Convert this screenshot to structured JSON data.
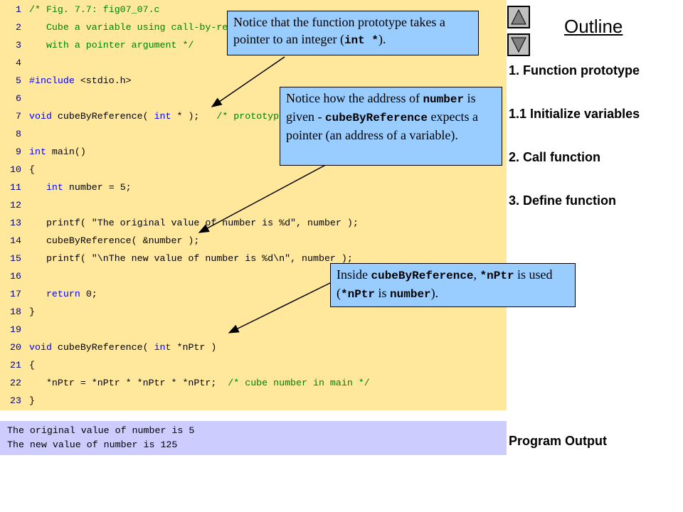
{
  "code_lines": [
    {
      "num": "1",
      "segments": [
        {
          "t": "/* Fig. 7.7: fig07_07.c",
          "c": "cmt"
        }
      ]
    },
    {
      "num": "2",
      "segments": [
        {
          "t": "   Cube a variable using call-by-reference ",
          "c": "cmt"
        }
      ]
    },
    {
      "num": "3",
      "segments": [
        {
          "t": "   with a pointer argument */",
          "c": "cmt"
        }
      ]
    },
    {
      "num": "4",
      "segments": []
    },
    {
      "num": "5",
      "segments": [
        {
          "t": "#include ",
          "c": "kw"
        },
        {
          "t": "<stdio.h>",
          "c": "plain"
        }
      ]
    },
    {
      "num": "6",
      "segments": []
    },
    {
      "num": "7",
      "segments": [
        {
          "t": "void",
          "c": "kw"
        },
        {
          "t": " cubeByReference( ",
          "c": "plain"
        },
        {
          "t": "int",
          "c": "kw"
        },
        {
          "t": " * );   ",
          "c": "plain"
        },
        {
          "t": "/* prototype */",
          "c": "cmt"
        }
      ]
    },
    {
      "num": "8",
      "segments": []
    },
    {
      "num": "9",
      "segments": [
        {
          "t": "int",
          "c": "kw"
        },
        {
          "t": " main()",
          "c": "plain"
        }
      ]
    },
    {
      "num": "10",
      "segments": [
        {
          "t": "{",
          "c": "plain"
        }
      ]
    },
    {
      "num": "11",
      "segments": [
        {
          "t": "   ",
          "c": "plain"
        },
        {
          "t": "int",
          "c": "kw"
        },
        {
          "t": " number = 5;",
          "c": "plain"
        }
      ]
    },
    {
      "num": "12",
      "segments": []
    },
    {
      "num": "13",
      "segments": [
        {
          "t": "   printf( ",
          "c": "plain"
        },
        {
          "t": "\"The original value of number is %d\"",
          "c": "str"
        },
        {
          "t": ", number );",
          "c": "plain"
        }
      ]
    },
    {
      "num": "14",
      "segments": [
        {
          "t": "   cubeByReference( &number );",
          "c": "plain"
        }
      ]
    },
    {
      "num": "15",
      "segments": [
        {
          "t": "   printf( ",
          "c": "plain"
        },
        {
          "t": "\"\\nThe new value of number is %d\\n\"",
          "c": "str"
        },
        {
          "t": ", number );",
          "c": "plain"
        }
      ]
    },
    {
      "num": "16",
      "segments": []
    },
    {
      "num": "17",
      "segments": [
        {
          "t": "   ",
          "c": "plain"
        },
        {
          "t": "return",
          "c": "kw"
        },
        {
          "t": " 0;",
          "c": "plain"
        }
      ]
    },
    {
      "num": "18",
      "segments": [
        {
          "t": "}",
          "c": "plain"
        }
      ]
    },
    {
      "num": "19",
      "segments": []
    },
    {
      "num": "20",
      "segments": [
        {
          "t": "void",
          "c": "kw"
        },
        {
          "t": " cubeByReference( ",
          "c": "plain"
        },
        {
          "t": "int",
          "c": "kw"
        },
        {
          "t": " *nPtr )",
          "c": "plain"
        }
      ]
    },
    {
      "num": "21",
      "segments": [
        {
          "t": "{",
          "c": "plain"
        }
      ]
    },
    {
      "num": "22",
      "segments": [
        {
          "t": "   *nPtr = *nPtr * *nPtr * *nPtr;  ",
          "c": "plain"
        },
        {
          "t": "/* cube number in main */",
          "c": "cmt"
        }
      ]
    },
    {
      "num": "23",
      "segments": [
        {
          "t": "}",
          "c": "plain"
        }
      ]
    }
  ],
  "output_lines": [
    "The original value of number is 5",
    "The new value of number is 125"
  ],
  "callouts": [
    {
      "id": "callout-prototype",
      "html": "Notice that the function prototype takes a pointer to an integer (<span class=\"mono\">int *</span>)."
    },
    {
      "id": "callout-address",
      "html": "Notice how the address of <span class=\"mono\">number</span> is given - <span class=\"mono\">cubeByReference</span> expects a pointer (an address of a variable)."
    },
    {
      "id": "callout-nptr",
      "html": "Inside <span class=\"mono\">cubeByReference</span>, <span class=\"mono\">*nPtr</span> is used (<span class=\"mono\">*nPtr</span> is <span class=\"mono\">number</span>)."
    }
  ],
  "sidebar": {
    "title": "Outline",
    "items": [
      "1.  Function prototype",
      "1.1  Initialize variables",
      "2.  Call function",
      "3.  Define function"
    ],
    "program_output_label": "Program Output",
    "up_icon": "triangle-up-icon",
    "down_icon": "triangle-down-icon"
  },
  "colors": {
    "code_bg": "#ffe79c",
    "output_bg": "#ccccff",
    "callout_bg": "#99ccff",
    "keyword": "#0000ff",
    "comment": "#008000",
    "line_number": "#000080"
  }
}
